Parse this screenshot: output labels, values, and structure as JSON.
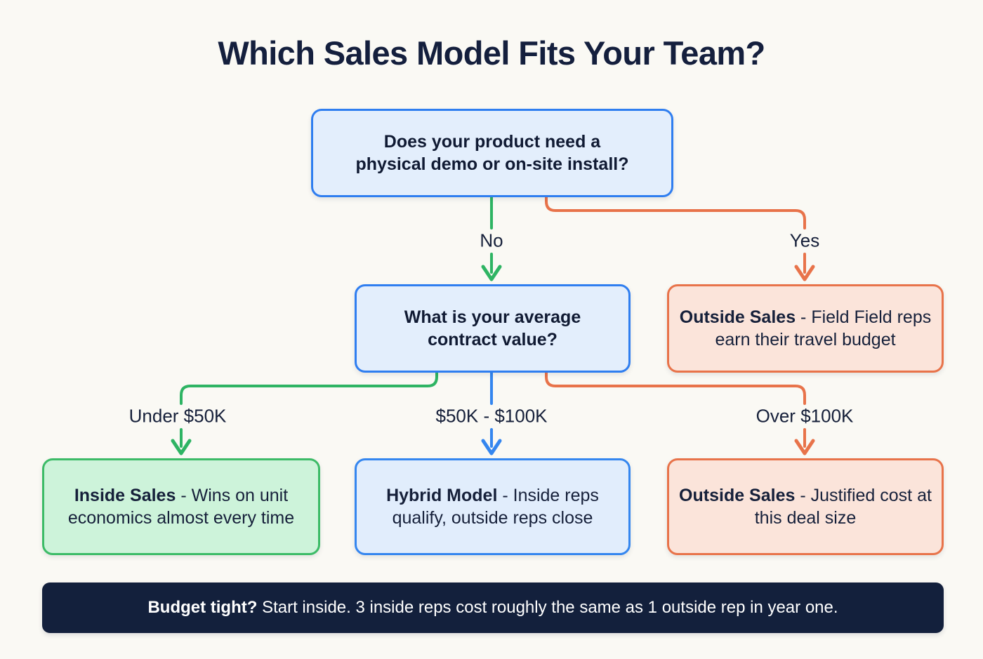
{
  "page": {
    "title": "Which Sales Model Fits Your Team?",
    "background_color": "#faf9f4",
    "title_color": "#141f3d"
  },
  "colors": {
    "blue_border": "#2f7ef0",
    "blue_fill": "#e3eefc",
    "green_border": "#3cbb67",
    "green_fill": "#cdf3da",
    "orange_border": "#e8734a",
    "orange_fill": "#fbe4da",
    "footer_bg": "#13203c",
    "text": "#16203a"
  },
  "chart_data": {
    "type": "diagram",
    "title": "Which Sales Model Fits Your Team?",
    "nodes": [
      {
        "id": "root",
        "kind": "decision",
        "color": "blue",
        "text": "Does your product need a physical demo or on-site install?"
      },
      {
        "id": "acv",
        "kind": "decision",
        "color": "blue",
        "text": "What is your average contract value?"
      },
      {
        "id": "outside-field",
        "kind": "outcome",
        "color": "orange",
        "bold": "Outside Sales",
        "rest": " - Field Field reps earn their travel budget"
      },
      {
        "id": "inside",
        "kind": "outcome",
        "color": "green",
        "bold": "Inside Sales",
        "rest": " - Wins on unit economics almost every time"
      },
      {
        "id": "hybrid",
        "kind": "outcome",
        "color": "blue",
        "bold": "Hybrid Model",
        "rest": " - Inside reps qualify, outside reps close"
      },
      {
        "id": "outside-cost",
        "kind": "outcome",
        "color": "orange",
        "bold": "Outside Sales",
        "rest": " - Justified cost at this deal size"
      }
    ],
    "edges": [
      {
        "from": "root",
        "to": "acv",
        "label": "No",
        "color": "green"
      },
      {
        "from": "root",
        "to": "outside-field",
        "label": "Yes",
        "color": "orange"
      },
      {
        "from": "acv",
        "to": "inside",
        "label": "Under $50K",
        "color": "green"
      },
      {
        "from": "acv",
        "to": "hybrid",
        "label": "$50K - $100K",
        "color": "blue"
      },
      {
        "from": "acv",
        "to": "outside-cost",
        "label": "Over $100K",
        "color": "orange"
      }
    ]
  },
  "nodes": {
    "root": {
      "line1": "Does your product need a",
      "line2": "physical demo or on-site install?"
    },
    "acv": {
      "line1": "What is your average",
      "line2": "contract value?"
    },
    "outside_field": {
      "bold": "Outside Sales",
      "rest": " - Field Field reps earn their travel budget"
    },
    "inside": {
      "bold": "Inside Sales",
      "rest": " - Wins on unit economics almost every time"
    },
    "hybrid": {
      "bold": "Hybrid Model",
      "rest": " - Inside reps qualify, outside reps close"
    },
    "outside_cost": {
      "bold": "Outside Sales",
      "rest": " - Justified cost at this deal size"
    }
  },
  "edge_labels": {
    "no": "No",
    "yes": "Yes",
    "under_50k": "Under $50K",
    "between_50k_100k": "$50K - $100K",
    "over_100k": "Over $100K"
  },
  "footer": {
    "bold": "Budget tight?",
    "rest": " Start inside. 3 inside reps cost roughly the same as 1 outside rep in year one."
  }
}
